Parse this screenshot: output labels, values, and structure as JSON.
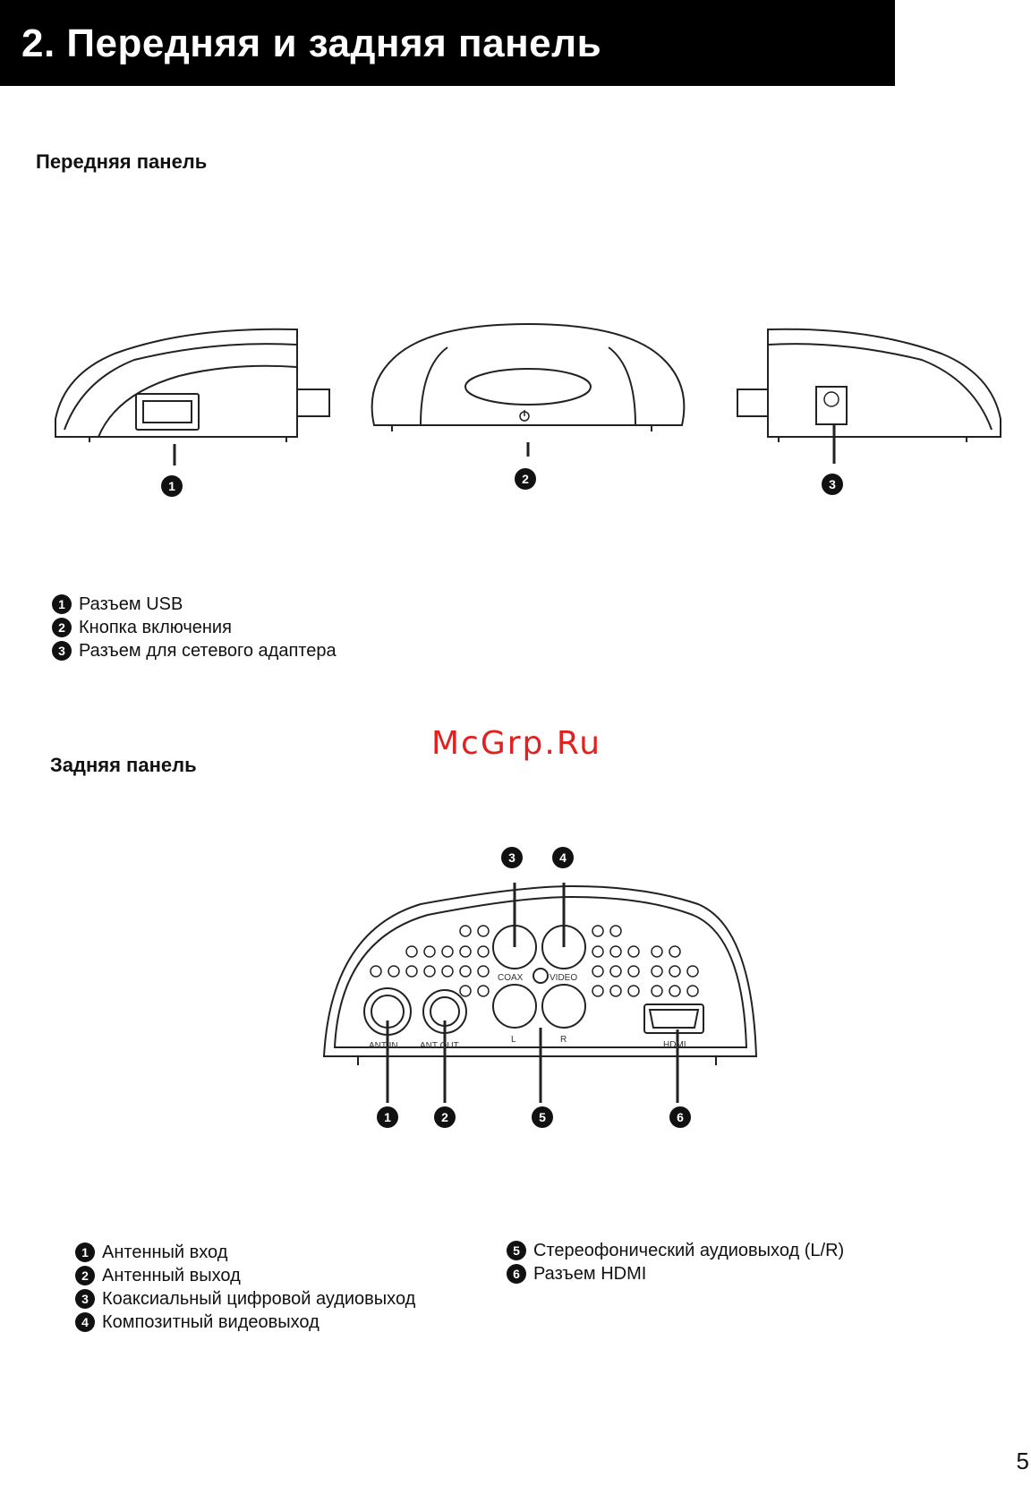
{
  "header": {
    "title": "2. Передняя и задняя панель"
  },
  "front": {
    "title": "Передняя панель",
    "callouts": [
      "1",
      "2",
      "3"
    ],
    "legend": [
      {
        "num": "1",
        "text": "Разъем USB"
      },
      {
        "num": "2",
        "text": "Кнопка включения"
      },
      {
        "num": "3",
        "text": "Разъем для сетевого адаптера"
      }
    ]
  },
  "watermark": "McGrp.Ru",
  "rear": {
    "title": "Задняя панель",
    "port_labels": {
      "ant_in": "ANT IN",
      "ant_out": "ANT OUT",
      "coax": "COAX",
      "video": "VIDEO",
      "left": "L",
      "right": "R",
      "hdmi": "HDMI"
    },
    "callouts": [
      "1",
      "2",
      "3",
      "4",
      "5",
      "6"
    ],
    "legend_left": [
      {
        "num": "1",
        "text": "Антенный вход"
      },
      {
        "num": "2",
        "text": "Антенный выход"
      },
      {
        "num": "3",
        "text": "Коаксиальный цифровой аудиовыход"
      },
      {
        "num": "4",
        "text": "Композитный видеовыход"
      }
    ],
    "legend_right": [
      {
        "num": "5",
        "text": "Стереофонический аудиовыход (L/R)"
      },
      {
        "num": "6",
        "text": "Разъем HDMI"
      }
    ]
  },
  "page_number": "5"
}
